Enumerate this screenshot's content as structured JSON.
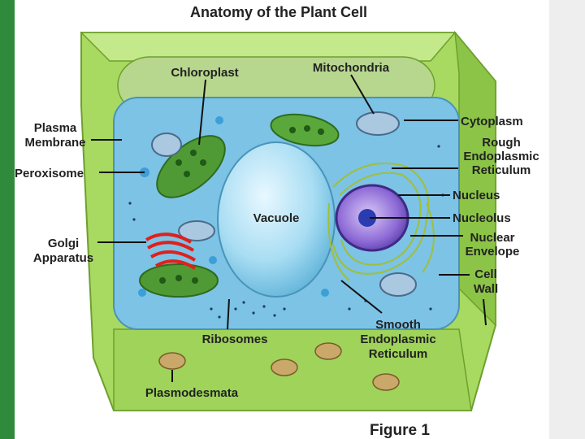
{
  "title": "Anatomy of the Plant Cell",
  "figure_caption": "Figure 1",
  "colors": {
    "cell_wall": "#9fd35a",
    "cell_wall_dark": "#6e9f2f",
    "cytoplasm": "#7cc3e6",
    "vacuole": "#aee0f4",
    "nucleus": "#7a58c8",
    "chloroplast": "#4f9a34",
    "golgi": "#e0201c",
    "left_bar": "#2f8a3c"
  },
  "labels": {
    "chloroplast": "Chloroplast",
    "mitochondria": "Mitochondria",
    "plasma_membrane": [
      "Plasma",
      "Membrane"
    ],
    "cytoplasm": "Cytoplasm",
    "rough_er": [
      "Rough",
      "Endoplasmic",
      "Reticulum"
    ],
    "peroxisome": "Peroxisome",
    "nucleus": "Nucleus",
    "vacuole": "Vacuole",
    "nucleolus": "Nucleolus",
    "nuclear_envelope": [
      "Nuclear",
      "Envelope"
    ],
    "golgi": [
      "Golgi",
      "Apparatus"
    ],
    "cell_wall": [
      "Cell",
      "Wall"
    ],
    "ribosomes": "Ribosomes",
    "smooth_er": [
      "Smooth",
      "Endoplasmic",
      "Reticulum"
    ],
    "plasmodesmata": "Plasmodesmata"
  }
}
